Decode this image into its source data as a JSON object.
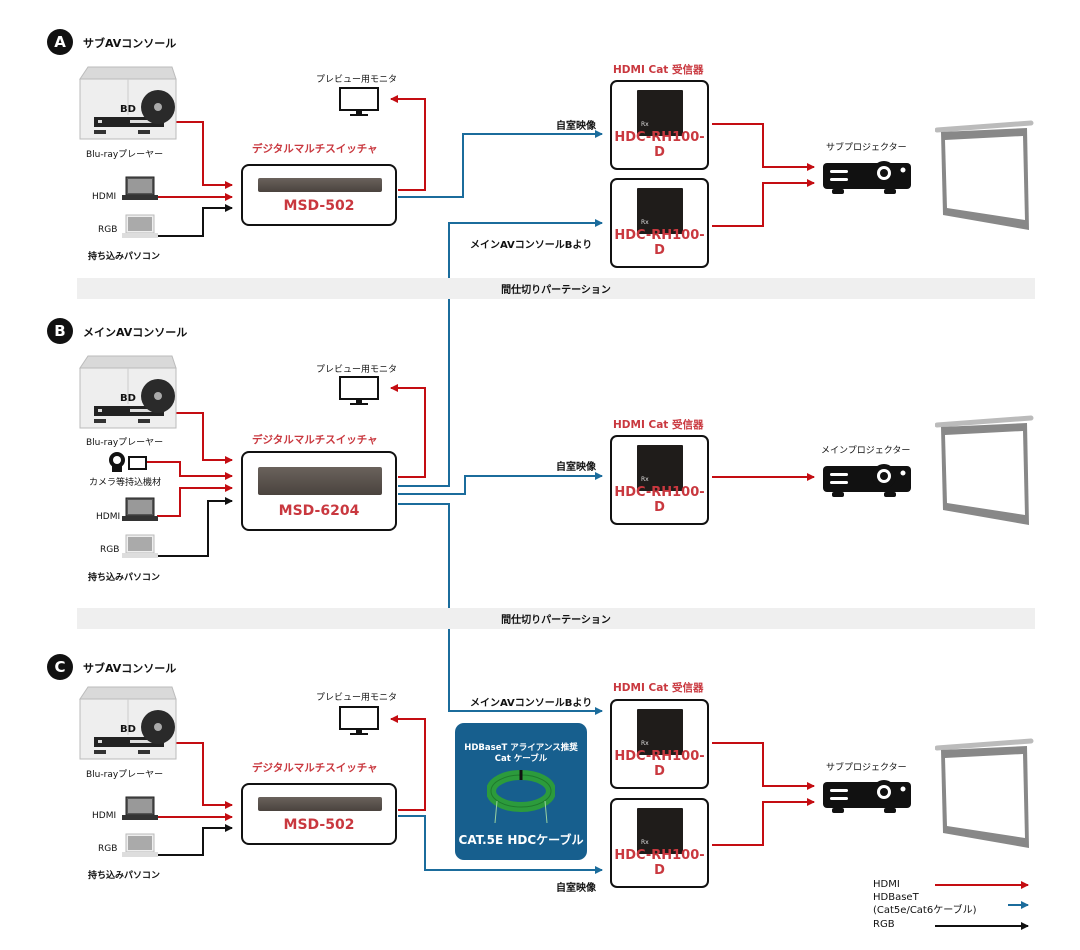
{
  "colors": {
    "hdmi": "#c40d12",
    "hdbaset": "#1b6c9c",
    "rgb": "#111111",
    "accent_text": "#c9383f",
    "partition_bg": "#efefef",
    "cable_box_bg": "#175f8e"
  },
  "sections": [
    {
      "badge": "A",
      "title": "サブAVコンソール",
      "bluray_label": "Blu-rayプレーヤー",
      "bd_label": "BD",
      "hdmi_label": "HDMI",
      "rgb_label": "RGB",
      "laptop_caption": "持ち込みパソコン",
      "monitor_label": "プレビュー用モニタ",
      "switcher_title": "デジタルマルチスイッチャ",
      "switcher_model": "MSD-502",
      "receivers_title": "HDMI Cat 受信器",
      "receivers": [
        {
          "model": "HDC-RH100-D",
          "input_label": "自室映像"
        },
        {
          "model": "HDC-RH100-D",
          "input_label": "メインAVコンソールBより"
        }
      ],
      "projector_label": "サブプロジェクター"
    },
    {
      "badge": "B",
      "title": "メインAVコンソール",
      "bluray_label": "Blu-rayプレーヤー",
      "bd_label": "BD",
      "camera_label": "カメラ等持込機材",
      "hdmi_label": "HDMI",
      "rgb_label": "RGB",
      "laptop_caption": "持ち込みパソコン",
      "monitor_label": "プレビュー用モニタ",
      "switcher_title": "デジタルマルチスイッチャ",
      "switcher_model": "MSD-6204",
      "receivers_title": "HDMI Cat 受信器",
      "receivers": [
        {
          "model": "HDC-RH100-D",
          "input_label": "自室映像"
        }
      ],
      "projector_label": "メインプロジェクター"
    },
    {
      "badge": "C",
      "title": "サブAVコンソール",
      "bluray_label": "Blu-rayプレーヤー",
      "bd_label": "BD",
      "hdmi_label": "HDMI",
      "rgb_label": "RGB",
      "laptop_caption": "持ち込みパソコン",
      "monitor_label": "プレビュー用モニタ",
      "switcher_title": "デジタルマルチスイッチャ",
      "switcher_model": "MSD-502",
      "receivers_title": "HDMI Cat 受信器",
      "receivers": [
        {
          "model": "HDC-RH100-D",
          "input_label": "メインAVコンソールBより"
        },
        {
          "model": "HDC-RH100-D",
          "input_label": "自室映像"
        }
      ],
      "projector_label": "サブプロジェクター"
    }
  ],
  "partitions": [
    "間仕切りパーテーション",
    "間仕切りパーテーション"
  ],
  "cable_box": {
    "title_line1": "HDBaseT アライアンス推奨",
    "title_line2": "Cat ケーブル",
    "product": "CAT.5E HDCケーブル"
  },
  "rx_device_mark": "Rx",
  "legend": [
    {
      "label": "HDMI",
      "type": "hdmi"
    },
    {
      "label": "HDBaseT",
      "type": "hdbaset"
    },
    {
      "label": "(Cat5e/Cat6ケーブル)",
      "type": "hdbaset-note"
    },
    {
      "label": "RGB",
      "type": "rgb"
    }
  ]
}
